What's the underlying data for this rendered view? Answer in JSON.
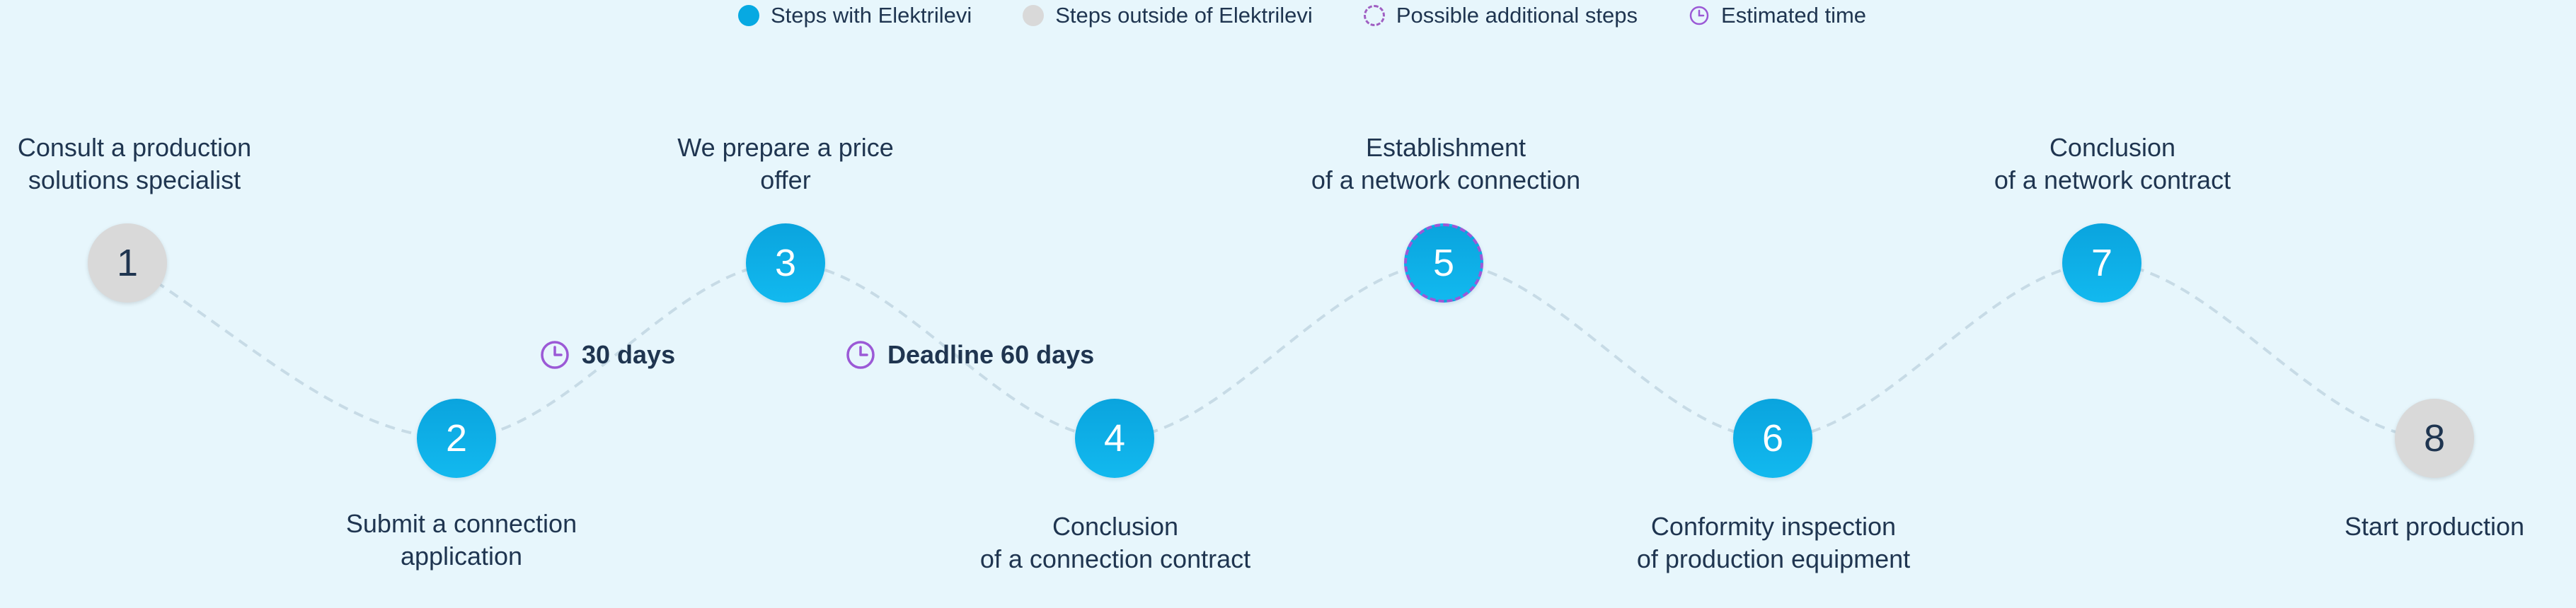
{
  "legend": {
    "in_elektrilevi": "Steps with Elektrilevi",
    "outside_elektrilevi": "Steps outside of Elektrilevi",
    "additional": "Possible additional steps",
    "estimated_time": "Estimated time"
  },
  "colors": {
    "background": "#e7f6fc",
    "step_blue": "#07a9e2",
    "step_grey": "#d9d9d9",
    "accent_purple": "#9b59d6",
    "text": "#1f3550",
    "path": "#c7dbe6"
  },
  "steps": [
    {
      "number": "1",
      "label_line1": "Consult a production",
      "label_line2": "solutions specialist",
      "kind": "outside"
    },
    {
      "number": "2",
      "label_line1": "Submit a connection",
      "label_line2": "application",
      "kind": "elektrilevi"
    },
    {
      "number": "3",
      "label_line1": "We prepare a price",
      "label_line2": "offer",
      "kind": "elektrilevi"
    },
    {
      "number": "4",
      "label_line1": "Conclusion",
      "label_line2": "of a connection contract",
      "kind": "elektrilevi"
    },
    {
      "number": "5",
      "label_line1": "Establishment",
      "label_line2": "of a network connection",
      "kind": "additional"
    },
    {
      "number": "6",
      "label_line1": "Conformity inspection",
      "label_line2": "of production equipment",
      "kind": "elektrilevi"
    },
    {
      "number": "7",
      "label_line1": "Conclusion",
      "label_line2": "of a network contract",
      "kind": "elektrilevi"
    },
    {
      "number": "8",
      "label_line1": "Start production",
      "label_line2": "",
      "kind": "outside"
    }
  ],
  "durations": [
    {
      "text": "30 days",
      "icon": "clock-icon"
    },
    {
      "text": "Deadline 60 days",
      "icon": "clock-icon"
    }
  ]
}
